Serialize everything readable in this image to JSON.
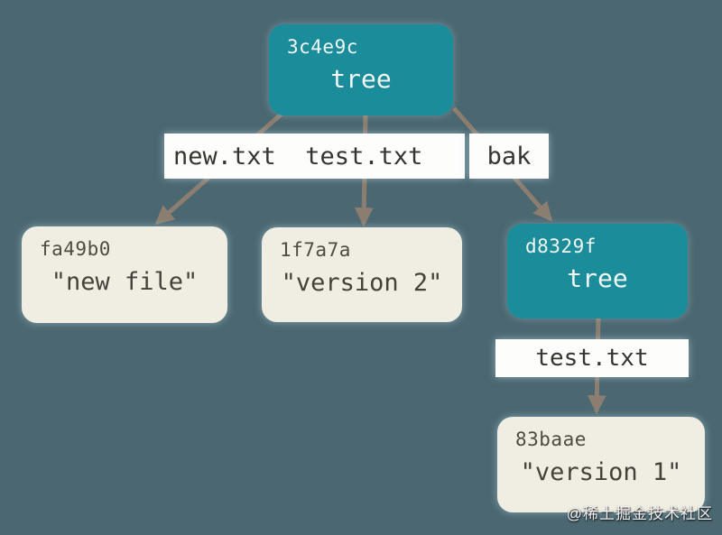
{
  "palette": {
    "background": "#4b6771",
    "tree_node_fill": "#1b8c99",
    "blob_node_fill": "#f0eee2",
    "edge_label_fill": "#fdfdfc",
    "arrow_color": "#8b7e70",
    "dark_text": "#35342e",
    "light_text": "#f2f7f7"
  },
  "nodes": {
    "root_tree": {
      "hash": "3c4e9c",
      "type": "tree"
    },
    "blob_new_file": {
      "hash": "fa49b0",
      "content": "\"new file\""
    },
    "blob_version2": {
      "hash": "1f7a7a",
      "content": "\"version 2\""
    },
    "sub_tree": {
      "hash": "d8329f",
      "type": "tree"
    },
    "blob_version1": {
      "hash": "83baae",
      "content": "\"version 1\""
    }
  },
  "edge_labels": {
    "root_entries": "new.txt  test.txt",
    "bak": "bak",
    "subtree_entry": "test.txt"
  },
  "watermark": "@稀土掘金技术社区"
}
